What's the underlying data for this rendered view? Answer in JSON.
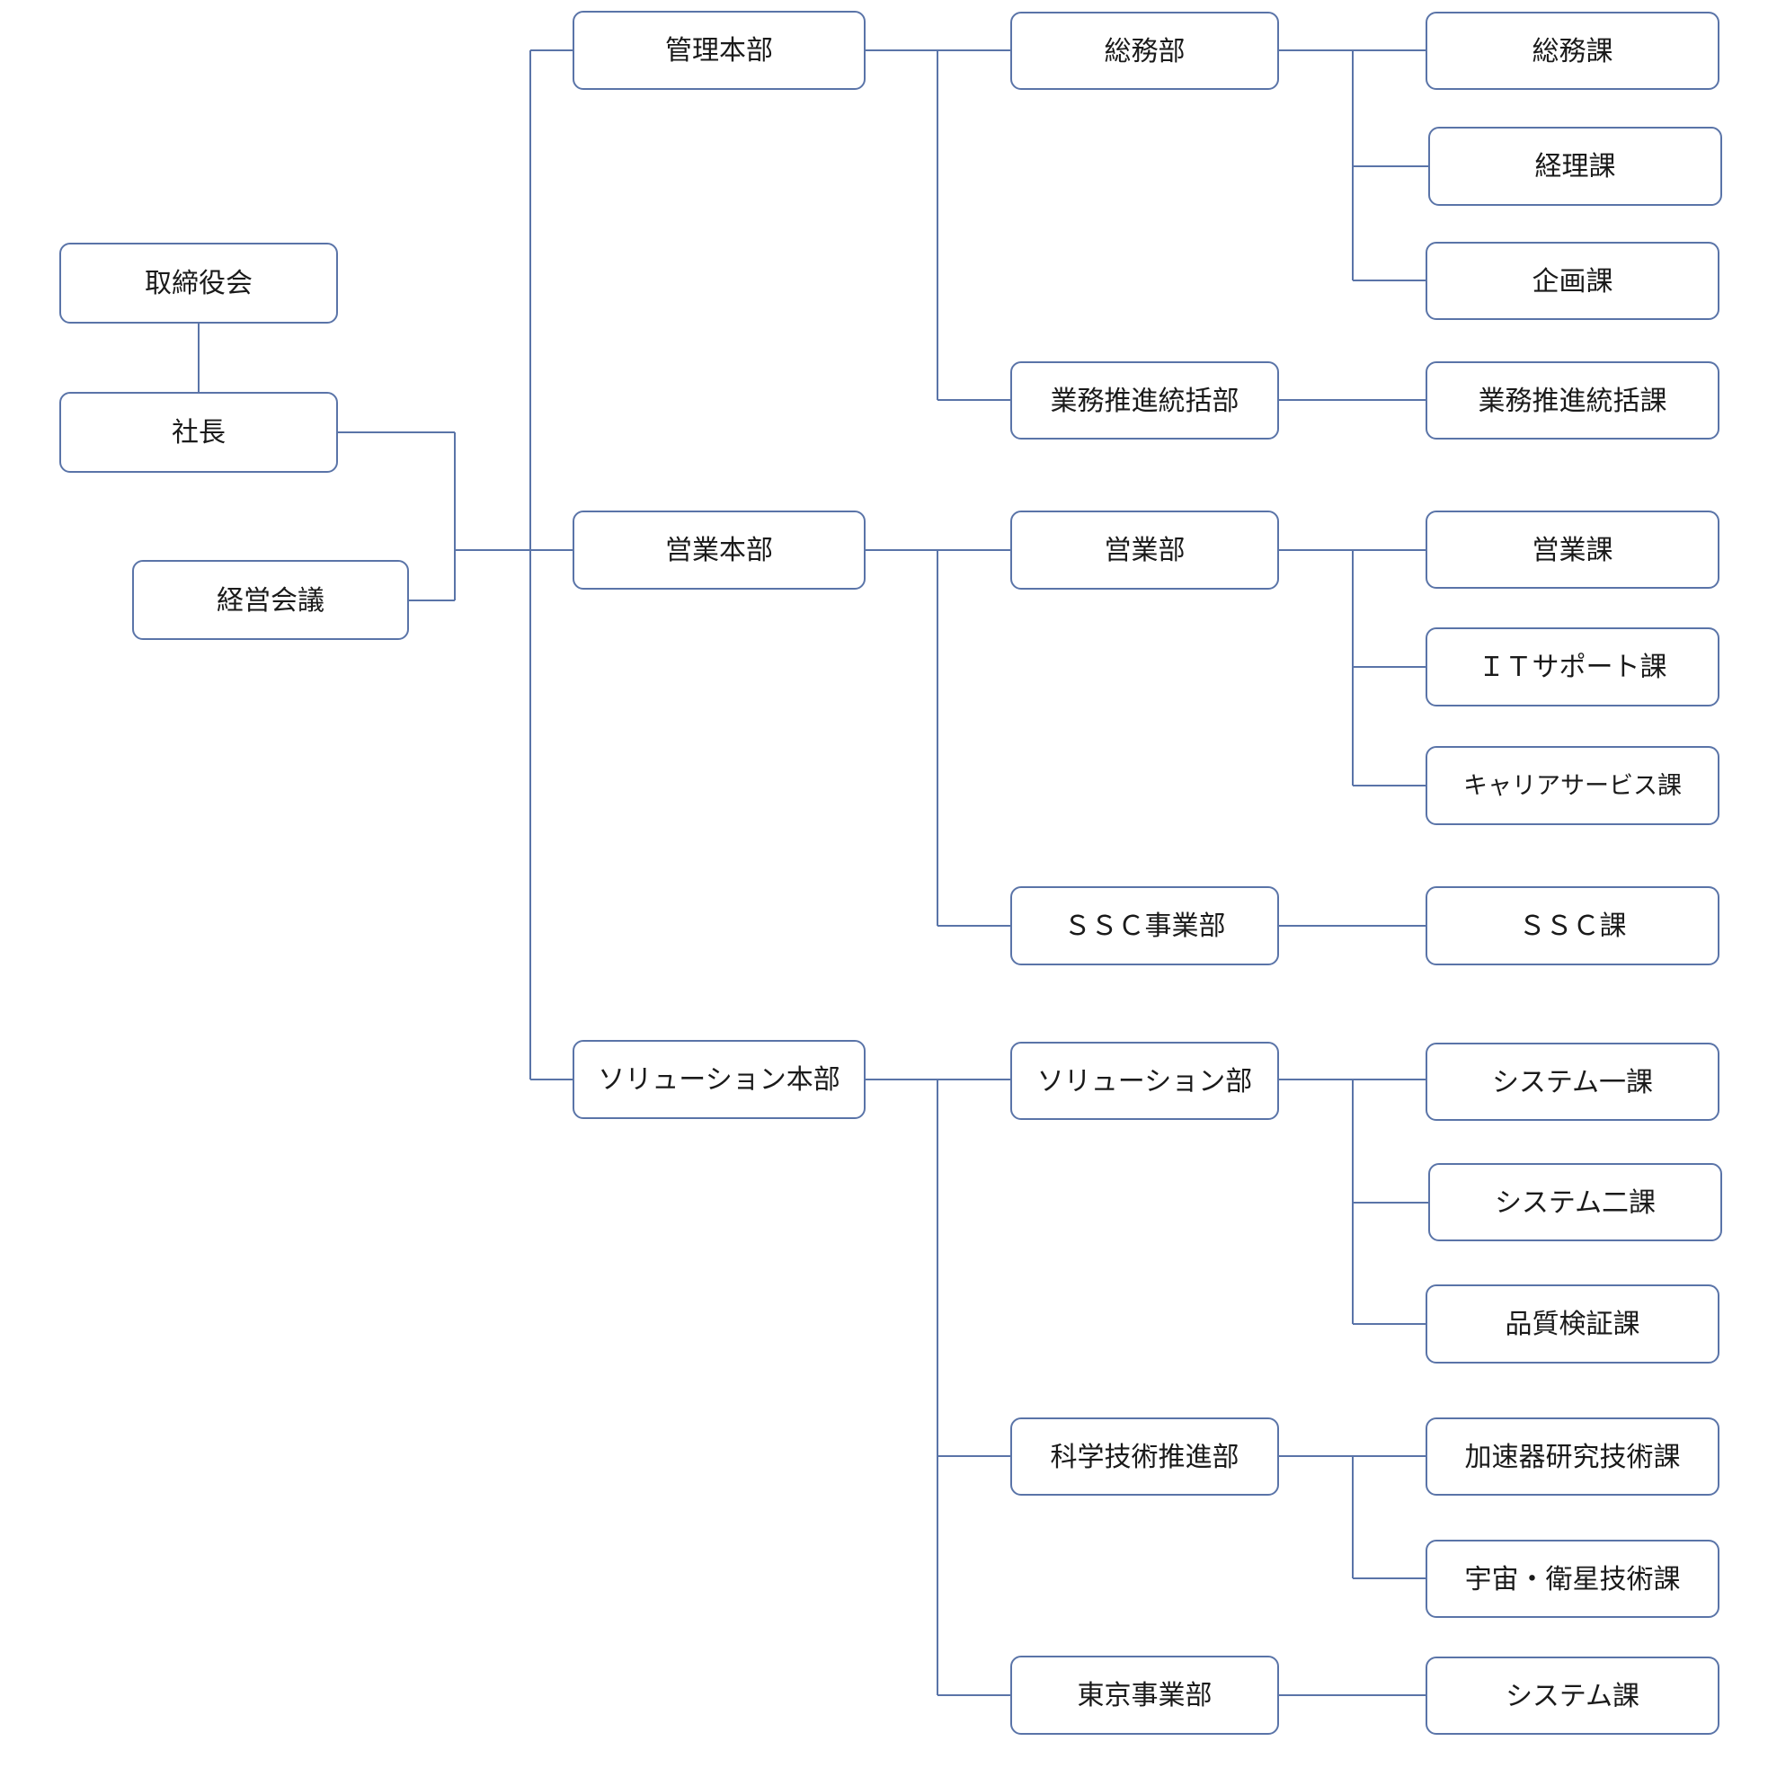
{
  "colors": {
    "line": "#5a74a8",
    "box_border": "#5a74a8",
    "text": "#1a1a1a",
    "background": "#ffffff"
  },
  "org": {
    "board": "取締役会",
    "president": "社長",
    "management_council": "経営会議",
    "divisions": [
      {
        "label": "管理本部",
        "departments": [
          {
            "label": "総務部",
            "sections": [
              "総務課",
              "経理課",
              "企画課"
            ]
          },
          {
            "label": "業務推進統括部",
            "sections": [
              "業務推進統括課"
            ]
          }
        ]
      },
      {
        "label": "営業本部",
        "departments": [
          {
            "label": "営業部",
            "sections": [
              "営業課",
              "ＩＴサポート課",
              "キャリアサービス課"
            ]
          },
          {
            "label": "ＳＳＣ事業部",
            "sections": [
              "ＳＳＣ課"
            ]
          }
        ]
      },
      {
        "label": "ソリューション本部",
        "departments": [
          {
            "label": "ソリューション部",
            "sections": [
              "システム一課",
              "システム二課",
              "品質検証課"
            ]
          },
          {
            "label": "科学技術推進部",
            "sections": [
              "加速器研究技術課",
              "宇宙・衛星技術課"
            ]
          },
          {
            "label": "東京事業部",
            "sections": [
              "システム課"
            ]
          }
        ]
      }
    ]
  }
}
